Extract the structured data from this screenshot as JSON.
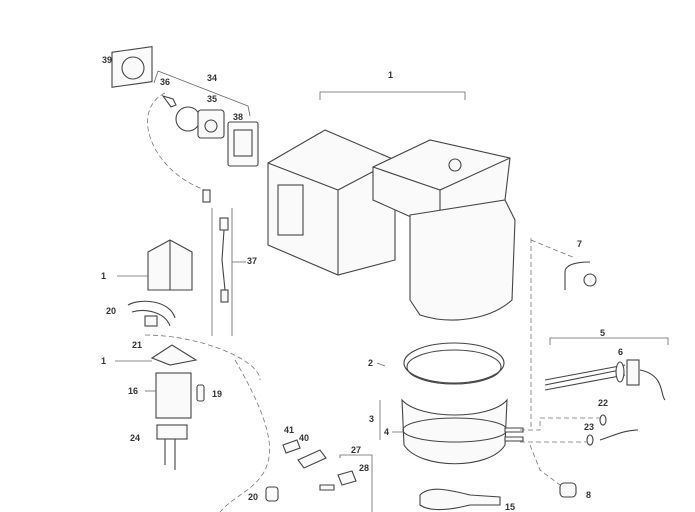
{
  "diagram": {
    "callouts": [
      {
        "id": "39",
        "label": "39"
      },
      {
        "id": "36",
        "label": "36"
      },
      {
        "id": "34",
        "label": "34"
      },
      {
        "id": "35",
        "label": "35"
      },
      {
        "id": "38",
        "label": "38"
      },
      {
        "id": "1a",
        "label": "1"
      },
      {
        "id": "1b",
        "label": "1"
      },
      {
        "id": "37",
        "label": "37"
      },
      {
        "id": "20a",
        "label": "20"
      },
      {
        "id": "21",
        "label": "21"
      },
      {
        "id": "1c",
        "label": "1"
      },
      {
        "id": "16",
        "label": "16"
      },
      {
        "id": "19",
        "label": "19"
      },
      {
        "id": "24",
        "label": "24"
      },
      {
        "id": "7",
        "label": "7"
      },
      {
        "id": "5",
        "label": "5"
      },
      {
        "id": "6",
        "label": "6"
      },
      {
        "id": "2",
        "label": "2"
      },
      {
        "id": "3",
        "label": "3"
      },
      {
        "id": "4",
        "label": "4"
      },
      {
        "id": "22",
        "label": "22"
      },
      {
        "id": "23",
        "label": "23"
      },
      {
        "id": "41",
        "label": "41"
      },
      {
        "id": "40",
        "label": "40"
      },
      {
        "id": "27",
        "label": "27"
      },
      {
        "id": "28",
        "label": "28"
      },
      {
        "id": "20b",
        "label": "20"
      },
      {
        "id": "15",
        "label": "15"
      },
      {
        "id": "8",
        "label": "8"
      }
    ]
  }
}
